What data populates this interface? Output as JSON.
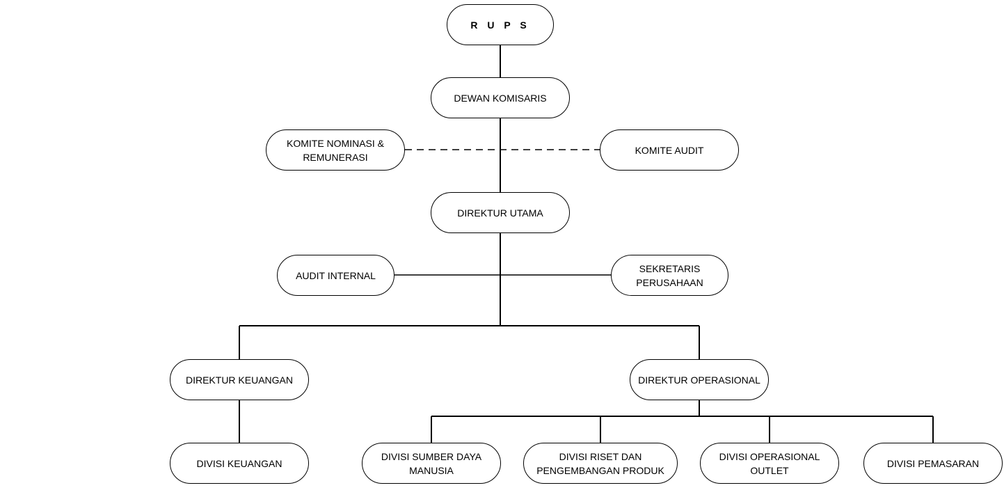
{
  "title": "Struktur Organisasi",
  "nodes": {
    "rups": "R U P S",
    "dewan_komisaris": "DEWAN KOMISARIS",
    "komite_nominasi": "KOMITE NOMINASI &\nREMUNERASI",
    "komite_audit": "KOMITE AUDIT",
    "direktur_utama": "DIREKTUR UTAMA",
    "audit_internal": "AUDIT INTERNAL",
    "sekretaris": "SEKRETARIS\nPERUSAHAAN",
    "direktur_keuangan": "DIREKTUR KEUANGAN",
    "direktur_operasional": "DIREKTUR OPERASIONAL",
    "divisi_keuangan": "DIVISI KEUANGAN",
    "divisi_sdm": "DIVISI SUMBER DAYA\nMANUSIA",
    "divisi_riset": "DIVISI RISET DAN\nPENGEMBANGAN PRODUK",
    "divisi_outlet": "DIVISI OPERASIONAL\nOUTLET",
    "divisi_pemasaran": "DIVISI PEMASARAN"
  }
}
